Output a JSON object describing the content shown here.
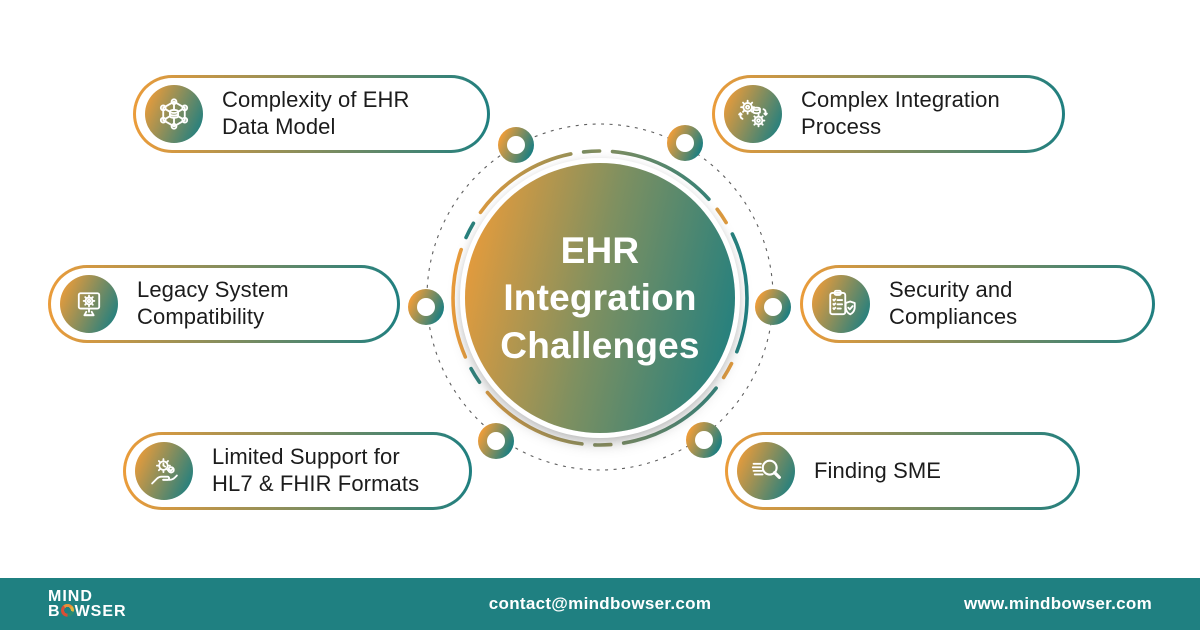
{
  "center": {
    "title": "EHR\nIntegration\nChallenges"
  },
  "cards": [
    {
      "label": "Complexity of EHR\nData Model",
      "icon": "data-model-icon"
    },
    {
      "label": "Complex Integration\nProcess",
      "icon": "integration-process-icon"
    },
    {
      "label": "Legacy System\nCompatibility",
      "icon": "legacy-system-icon"
    },
    {
      "label": "Security and\nCompliances",
      "icon": "security-compliance-icon"
    },
    {
      "label": "Limited Support for\nHL7 & FHIR Formats",
      "icon": "hand-gear-clock-icon"
    },
    {
      "label": "Finding SME",
      "icon": "search-list-icon"
    }
  ],
  "footer": {
    "logo": {
      "line1": "MIND",
      "line2_prefix": "B",
      "line2_suffix": "WSER"
    },
    "contact": "contact@mindbowser.com",
    "website": "www.mindbowser.com"
  },
  "colors": {
    "orange": "#EB9C3A",
    "teal": "#1F7F80",
    "footer_bg": "#1F8081",
    "text_dark": "#1C1C1C",
    "circle_text": "#FFFFFF"
  }
}
